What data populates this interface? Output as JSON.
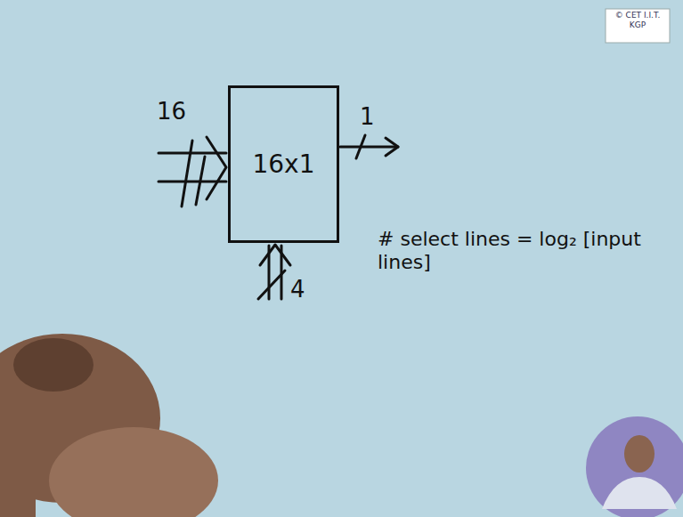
{
  "diagram": {
    "nodes": [
      {
        "text": [
          "16x1"
        ]
      }
    ],
    "labels": [
      "16",
      "1",
      "4",
      "# select lines = log₂ [input lines]",
      "© CET I.I.T. KGP"
    ]
  }
}
